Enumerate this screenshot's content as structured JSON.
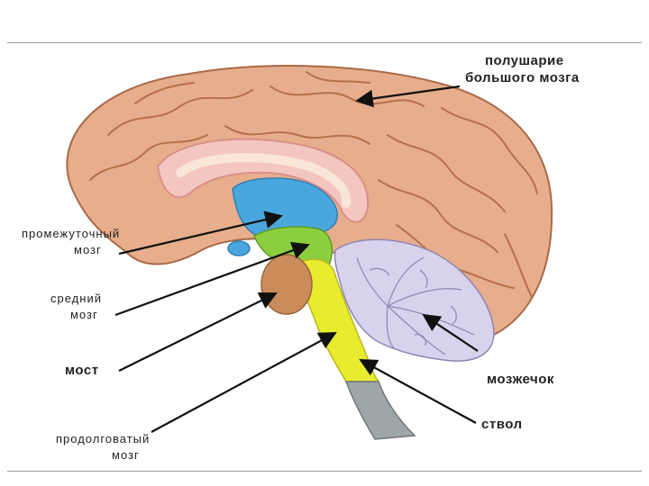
{
  "labels": {
    "cerebral_hemisphere": [
      "полушарие",
      "большого мозга"
    ],
    "diencephalon": [
      "промежуточный",
      "мозг"
    ],
    "midbrain": [
      "средний",
      "мозг"
    ],
    "pons": "мост",
    "medulla": [
      "продолговатый",
      "мозг"
    ],
    "cerebellum": "мозжечок",
    "brainstem": "ствол"
  },
  "colors": {
    "cortex": "#e6ae8c",
    "cortex_outline": "#a86a48",
    "corpus_callosum": "#f4c6c0",
    "diencephalon": "#4aa7de",
    "midbrain": "#8ccf3e",
    "brainstem": "#e8ec2e",
    "pons": "#c98c5a",
    "cerebellum": "#d8d2ec",
    "spinal_cord": "#9fa6a8",
    "arrow": "#111111"
  }
}
